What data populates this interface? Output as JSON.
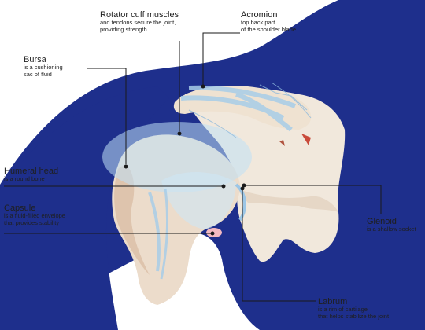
{
  "labels": {
    "rotator_cuff": {
      "title": "Rotator cuff muscles",
      "desc": [
        "and tendons secure the joint,",
        "providing strength"
      ]
    },
    "acromion": {
      "title": "Acromion",
      "desc": [
        "top back part",
        "of the shoulder blade"
      ]
    },
    "bursa": {
      "title": "Bursa",
      "desc": [
        "is a cushioning",
        "sac of fluid"
      ]
    },
    "humeral_head": {
      "title": "Humeral head",
      "desc": [
        "is a round bone"
      ]
    },
    "capsule": {
      "title": "Capsule",
      "desc": [
        "is a fluid-filled envelope",
        "that provides stability"
      ]
    },
    "glenoid": {
      "title": "Glenoid",
      "desc": [
        "is a shallow socket"
      ]
    },
    "labrum": {
      "title": "Labrum",
      "desc": [
        "is a rim of cartilage",
        "that helps stabilize the joint"
      ]
    }
  },
  "colors": {
    "body_blue": "#1e2f8c",
    "bone": "#f1e8dc",
    "bone_shadow": "#d9b9a0",
    "tendon": "#a8cde8",
    "bursa": "#bfe0f5",
    "leader": "#1a1a1a"
  }
}
